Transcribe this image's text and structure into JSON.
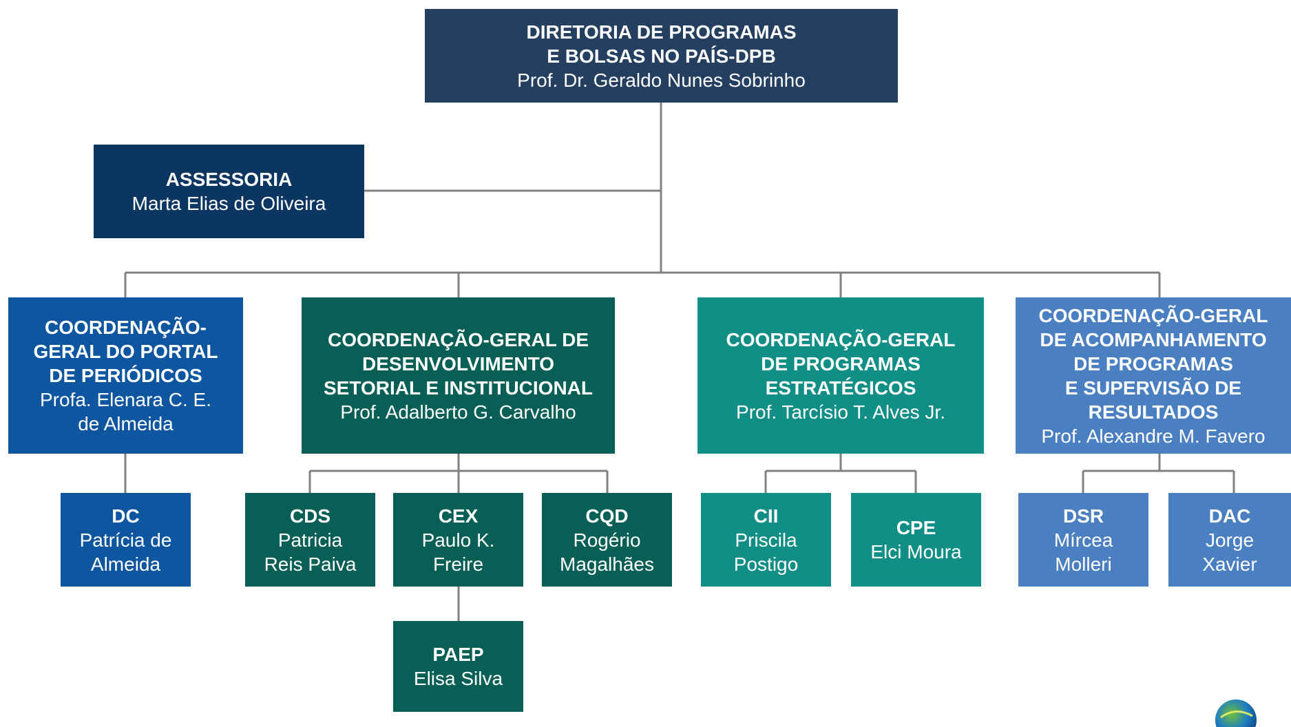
{
  "colors": {
    "director": "#253f61",
    "assessoria": "#0b3662",
    "portal": "#0e57a0",
    "desenvolvimento": "#075f55",
    "estrategicos": "#118e86",
    "acompanhamento": "#4a7fc1",
    "connector": "#808080"
  },
  "director": {
    "title_line1": "DIRETORIA DE PROGRAMAS",
    "title_line2": "E BOLSAS NO PAÍS-DPB",
    "person": "Prof. Dr. Geraldo Nunes Sobrinho"
  },
  "assessoria": {
    "title": "ASSESSORIA",
    "person": "Marta  Elias de Oliveira"
  },
  "coordinations": {
    "portal": {
      "title_line1": "COORDENAÇÃO-",
      "title_line2": "GERAL DO PORTAL",
      "title_line3": "DE PERIÓDICOS",
      "person_line1": "Profa.  Elenara C. E.",
      "person_line2": "de Almeida"
    },
    "desenvolvimento": {
      "title_line1": "COORDENAÇÃO-GERAL DE",
      "title_line2": "DESENVOLVIMENTO",
      "title_line3": "SETORIAL E INSTITUCIONAL",
      "person": "Prof. Adalberto G. Carvalho"
    },
    "estrategicos": {
      "title_line1": "COORDENAÇÃO-GERAL",
      "title_line2": "DE PROGRAMAS",
      "title_line3": "ESTRATÉGICOS",
      "person": "Prof. Tarcísio T. Alves Jr."
    },
    "acompanhamento": {
      "title_line1": "COORDENAÇÃO-GERAL",
      "title_line2": "DE ACOMPANHAMENTO",
      "title_line3": "DE PROGRAMAS",
      "title_line4": "E SUPERVISÃO DE",
      "title_line5": "RESULTADOS",
      "person": "Prof.  Alexandre M. Favero"
    }
  },
  "units": {
    "dc": {
      "title": "DC",
      "person_line1": "Patrícia de",
      "person_line2": "Almeida"
    },
    "cds": {
      "title": "CDS",
      "person_line1": "Patricia",
      "person_line2": "Reis Paiva"
    },
    "cex": {
      "title": "CEX",
      "person_line1": "Paulo K.",
      "person_line2": "Freire"
    },
    "cqd": {
      "title": "CQD",
      "person_line1": "Rogério",
      "person_line2": "Magalhães"
    },
    "paep": {
      "title": "PAEP",
      "person": "Elisa Silva"
    },
    "cii": {
      "title": "CII",
      "person_line1": "Priscila",
      "person_line2": "Postigo"
    },
    "cpe": {
      "title": "CPE",
      "person": "Elci Moura"
    },
    "dsr": {
      "title": "DSR",
      "person_line1": "Mírcea",
      "person_line2": "Molleri"
    },
    "dac": {
      "title": "DAC",
      "person_line1": "Jorge",
      "person_line2": "Xavier"
    }
  },
  "logo_icon": "globe-logo-icon"
}
